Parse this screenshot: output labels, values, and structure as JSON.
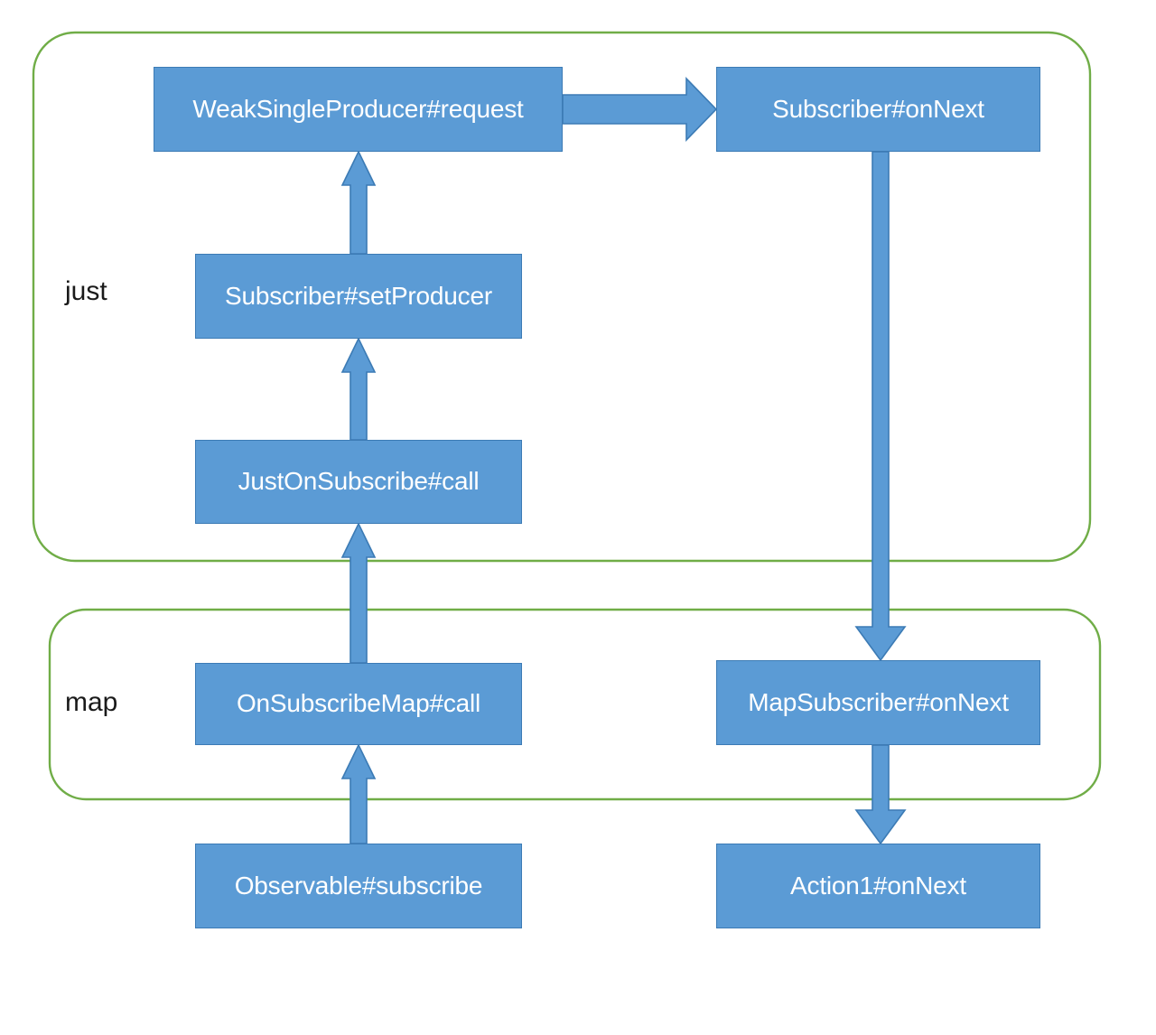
{
  "diagram": {
    "title": "RxJava just/map subscription and emission call flow",
    "type": "flowchart",
    "colors": {
      "node_fill": "#5B9BD5",
      "node_border": "#3C7BB5",
      "node_text": "#FFFFFF",
      "group_border": "#70AD47",
      "arrow_fill": "#5B9BD5",
      "arrow_border": "#3C7BB5",
      "background": "#FFFFFF"
    },
    "groups": [
      {
        "id": "just",
        "label": "just"
      },
      {
        "id": "map",
        "label": "map"
      }
    ],
    "nodes": [
      {
        "id": "weak-single-producer-request",
        "label": "WeakSingleProducer#request",
        "group": "just"
      },
      {
        "id": "subscriber-onnext",
        "label": "Subscriber#onNext",
        "group": "just"
      },
      {
        "id": "subscriber-setproducer",
        "label": "Subscriber#setProducer",
        "group": "just"
      },
      {
        "id": "justonsubscribe-call",
        "label": "JustOnSubscribe#call",
        "group": "just"
      },
      {
        "id": "onsubscribemap-call",
        "label": "OnSubscribeMap#call",
        "group": "map"
      },
      {
        "id": "mapsubscriber-onnext",
        "label": "MapSubscriber#onNext",
        "group": "map"
      },
      {
        "id": "observable-subscribe",
        "label": "Observable#subscribe",
        "group": "none"
      },
      {
        "id": "action1-onnext",
        "label": "Action1#onNext",
        "group": "none"
      }
    ],
    "edges": [
      {
        "from": "weak-single-producer-request",
        "to": "subscriber-onnext",
        "direction": "right"
      },
      {
        "from": "subscriber-setproducer",
        "to": "weak-single-producer-request",
        "direction": "up"
      },
      {
        "from": "justonsubscribe-call",
        "to": "subscriber-setproducer",
        "direction": "up"
      },
      {
        "from": "onsubscribemap-call",
        "to": "justonsubscribe-call",
        "direction": "up"
      },
      {
        "from": "observable-subscribe",
        "to": "onsubscribemap-call",
        "direction": "up"
      },
      {
        "from": "subscriber-onnext",
        "to": "mapsubscriber-onnext",
        "direction": "down"
      },
      {
        "from": "mapsubscriber-onnext",
        "to": "action1-onnext",
        "direction": "down"
      }
    ]
  }
}
